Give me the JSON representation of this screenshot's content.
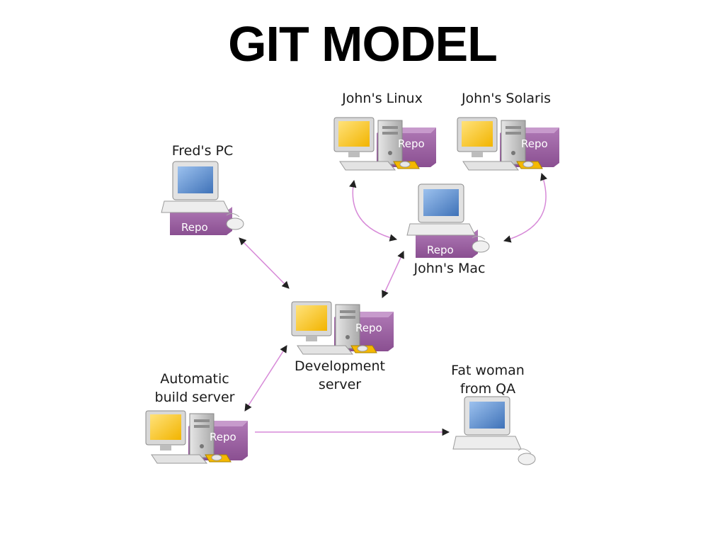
{
  "title": "GIT MODEL",
  "nodes": {
    "johns_linux": {
      "label": "John's Linux",
      "repo": "Repo"
    },
    "johns_solaris": {
      "label": "John's Solaris",
      "repo": "Repo"
    },
    "freds_pc": {
      "label": "Fred's PC",
      "repo": "Repo"
    },
    "johns_mac": {
      "label": "John's Mac",
      "repo": "Repo"
    },
    "dev_server": {
      "label": "Development\nserver",
      "repo": "Repo"
    },
    "build_server": {
      "label": "Automatic\nbuild server",
      "repo": "Repo"
    },
    "qa": {
      "label": "Fat woman\nfrom QA"
    }
  },
  "colors": {
    "repo": "#9a5aa0",
    "repo_dark": "#7c4383",
    "arrow": "#d78ad8",
    "screen_yellow": "#f7c51e",
    "screen_blue": "#5f8fcf",
    "case": "#c9c9c9"
  }
}
